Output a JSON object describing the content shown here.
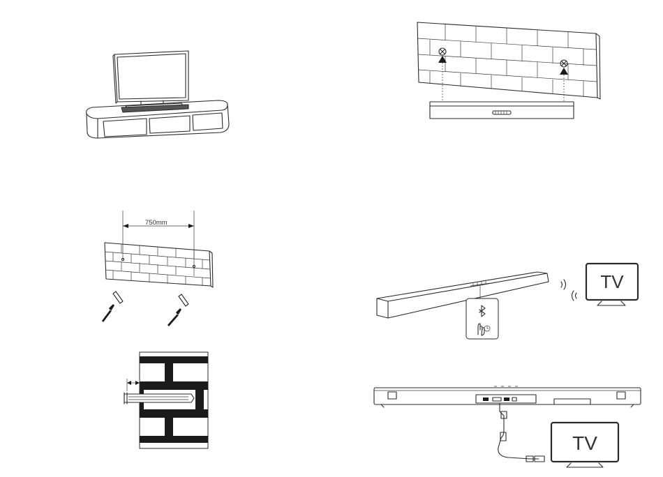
{
  "figures": {
    "stand": {
      "label": ""
    },
    "wall_mount": {
      "label": ""
    },
    "drill_spacing": {
      "dimension_label": "750mm"
    },
    "anchor_detail": {
      "label": ""
    },
    "bluetooth_pairing": {
      "tv_label": "TV"
    },
    "wired_connection": {
      "tv_label": "TV"
    }
  },
  "colors": {
    "line": "#2a2a2a",
    "brick_mortar": "#1b1b1b",
    "background": "#ffffff"
  },
  "icons": [
    "bluetooth-icon",
    "press-hold-hand-icon",
    "wireless-signal-icon"
  ]
}
